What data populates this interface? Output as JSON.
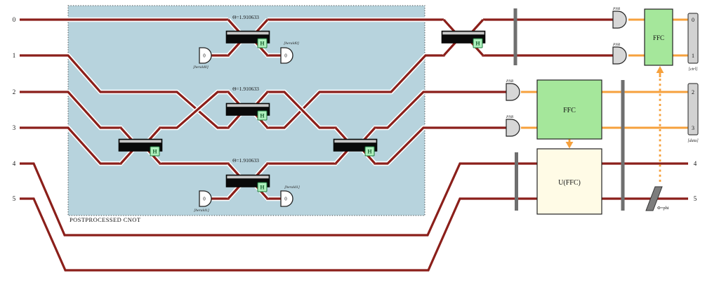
{
  "circuit": {
    "label": "POSTPROCESSED CNOT"
  },
  "colors": {
    "photon_wire": "#8b1f1a",
    "classical_wire": "#f6a13d",
    "cnot_box_fill": "#b7d3dd",
    "ffc_fill": "#a5e79b",
    "uffc_fill": "#fffbe6"
  },
  "left_ports": {
    "p0": "0",
    "p1": "1",
    "p2": "2",
    "p3": "3",
    "p4": "4",
    "p5": "5"
  },
  "right_ports": {
    "p4": "4",
    "p5": "5"
  },
  "beam_splitters": {
    "bs1": {
      "theta": "Θ=1.910633",
      "badge": "H"
    },
    "bs2": {
      "badge": "H"
    },
    "bs3": {
      "theta": "Θ=1.910633",
      "badge": "H"
    },
    "bs4": {
      "badge": "H"
    },
    "bs5": {
      "badge": "H"
    },
    "bs6": {
      "theta": "Θ=1.910633",
      "badge": "H"
    }
  },
  "heralds": {
    "h0_in": {
      "value": "0",
      "label": "[herald0]"
    },
    "h0_out": {
      "value": "0",
      "label": "[herald0]"
    },
    "h1_in": {
      "value": "0",
      "label": "[herald1]"
    },
    "h1_out": {
      "value": "0",
      "label": "[herald1]"
    }
  },
  "detectors": {
    "pnr0": "PNR",
    "pnr1": "PNR",
    "pnr2": "PNR",
    "pnr3": "PNR"
  },
  "processors": {
    "ffc_ctrl": "FFC",
    "ffc_data": "FFC",
    "u_ffc": "U(FFC)"
  },
  "phase_shifter": {
    "label": "Φ=phi"
  },
  "port_groups": {
    "ctrl": {
      "p_top": "0",
      "p_bottom": "1",
      "label": "[ctrl]"
    },
    "data": {
      "p_top": "2",
      "p_bottom": "3",
      "label": "[data]"
    }
  }
}
